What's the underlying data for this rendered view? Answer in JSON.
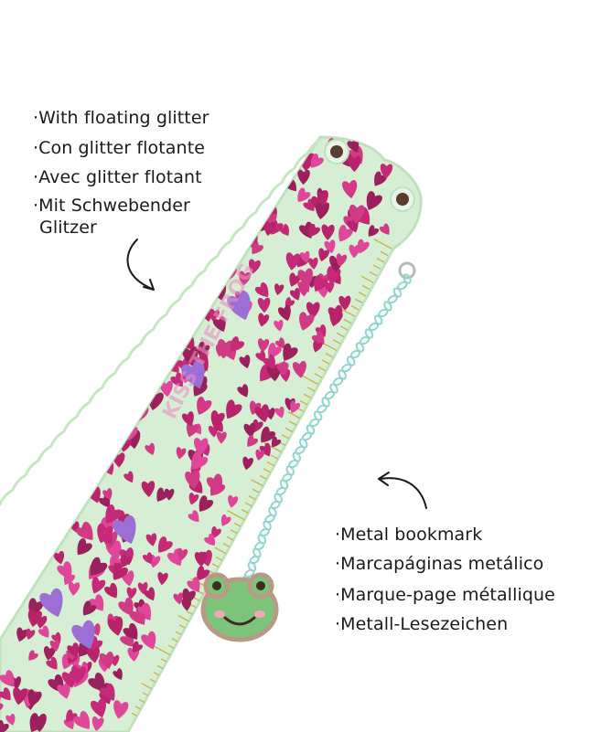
{
  "features_left": {
    "line1": "·With floating glitter",
    "line2": "·Con glitter flotante",
    "line3": "·Avec glitter flotant",
    "line4": "·Mit Schwebender",
    "line4b": "Glitzer"
  },
  "features_right": {
    "line1": "·Metal bookmark",
    "line2": "·Marcapáginas metálico",
    "line3": "·Marque-page métallique",
    "line4": "·Metall-Lesezeichen"
  },
  "product": {
    "printed_text": "KISS THE FROG"
  },
  "colors": {
    "ruler": "#d6efd4",
    "ruler_edge": "#bfe2bd",
    "glitter": "#b8246b",
    "glitter_light": "#e0479a",
    "heart_purple": "#9b6fd6",
    "chain": "#8fd6cf",
    "charm": "#7cc47a"
  }
}
